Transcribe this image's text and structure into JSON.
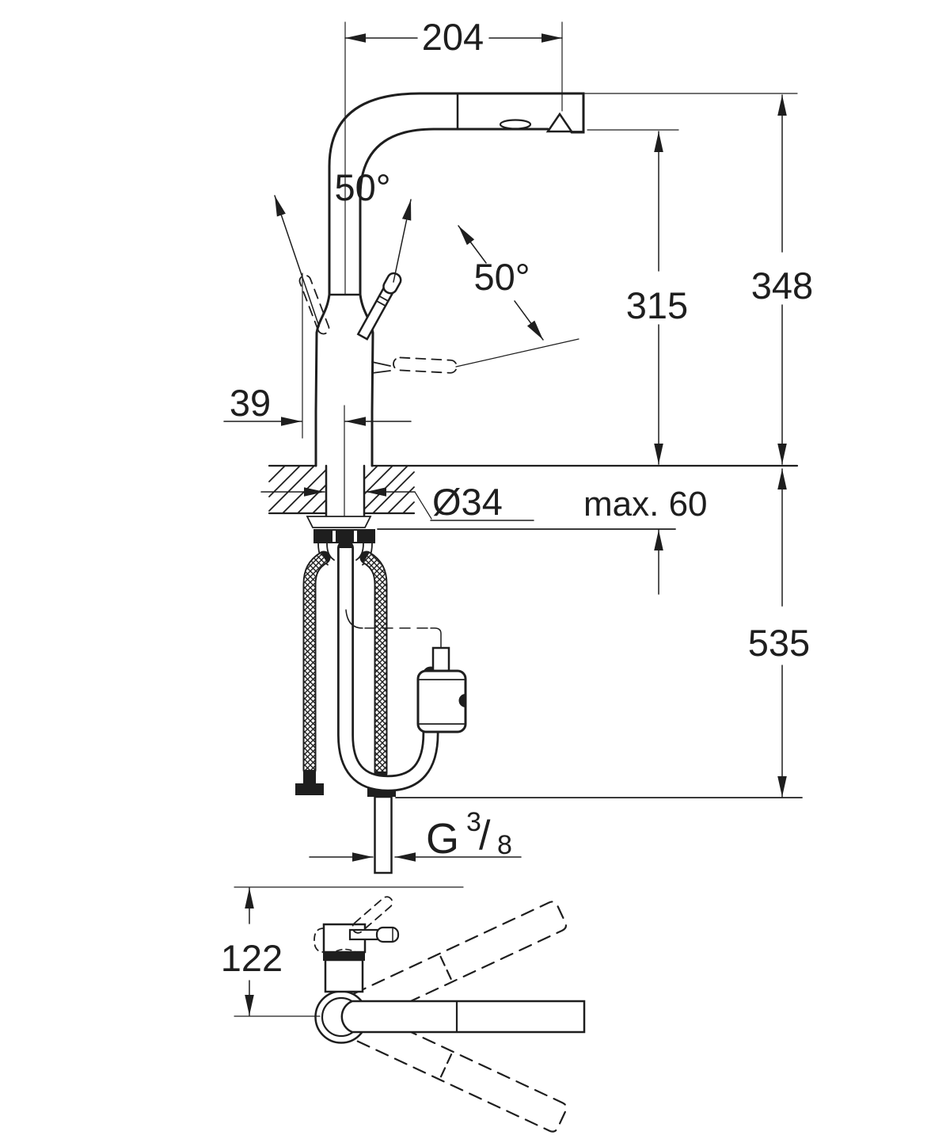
{
  "drawing": {
    "type": "faucet-installation-dimension-drawing",
    "units_implied": "mm",
    "colors": {
      "ink": "#1e1e1e",
      "background": "#ffffff"
    },
    "labels": {
      "spout_reach": "204",
      "lever_swivel_upper": "50°",
      "lever_swivel_lower": "50°",
      "height_spout_underside": "315",
      "height_spout_top": "348",
      "lever_offset": "39",
      "hole_diameter": "Ø34",
      "max_deck_thickness": "max. 60",
      "hose_length_below_deck": "535",
      "thread_letter": "G",
      "thread_numerator": "3",
      "thread_slash": "/",
      "thread_denominator": "8",
      "top_view_height": "122"
    }
  }
}
